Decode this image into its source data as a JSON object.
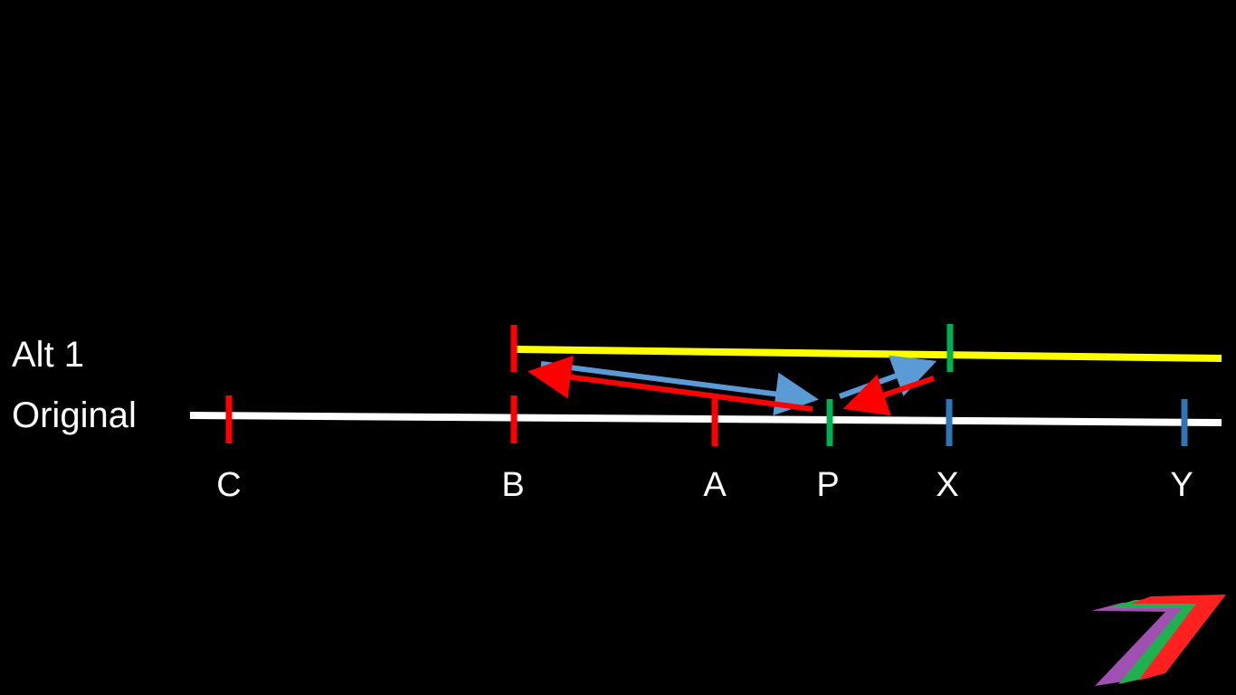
{
  "labels": {
    "alt1": "Alt 1",
    "original": "Original"
  },
  "points": {
    "C": "C",
    "B": "B",
    "A": "A",
    "P": "P",
    "X": "X",
    "Y": "Y"
  },
  "colors": {
    "original_line": "#ffffff",
    "alt_line": "#ffff00",
    "red_tick": "#ff0000",
    "green_tick": "#00b050",
    "blue_tick": "#2e75b6",
    "blue_arrow": "#5b9bd5",
    "red_arrow": "#ff0000",
    "logo_purple": "#a050b0",
    "logo_green": "#20b050",
    "logo_red": "#ff2020"
  },
  "icons": {
    "logo": "seven-logo-icon"
  }
}
